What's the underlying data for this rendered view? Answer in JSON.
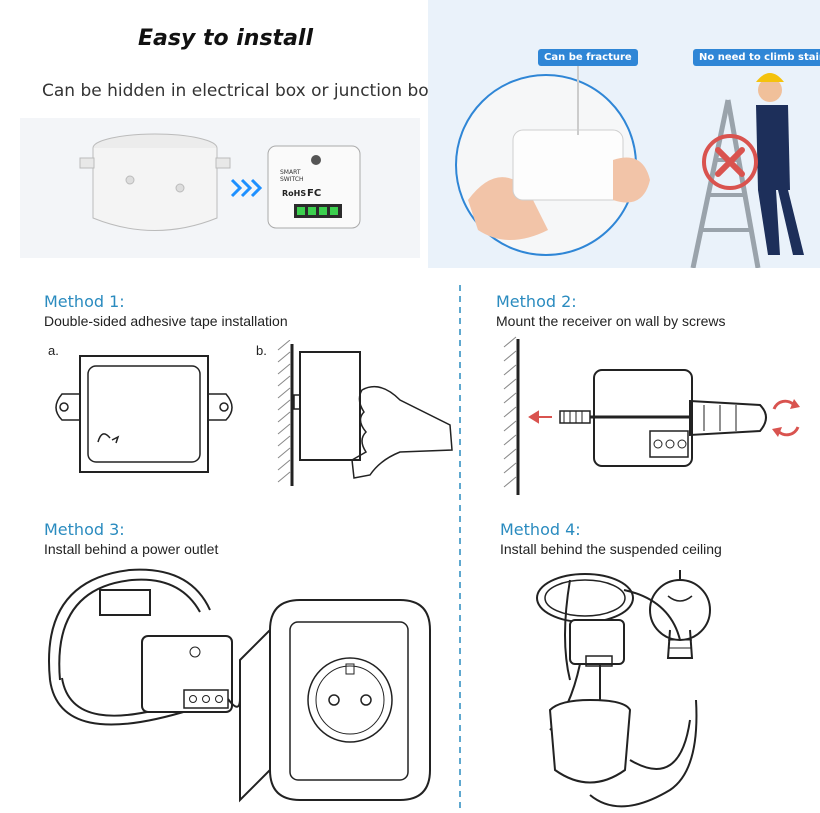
{
  "header": {
    "title": "Easy to install",
    "subtitle": "Can be hidden in electrical box or junction box"
  },
  "photo_tags": {
    "fracture": "Can be fracture",
    "stairs": "No need to climb stairs"
  },
  "device_label": {
    "line1": "SMART",
    "line2": "SWITCH",
    "rohs": "RoHS",
    "fc": "FC"
  },
  "methods": [
    {
      "heading": "Method 1:",
      "description": "Double-sided adhesive tape installation",
      "steps": [
        "a.",
        "b."
      ]
    },
    {
      "heading": "Method 2:",
      "description": "Mount the receiver on wall by screws"
    },
    {
      "heading": "Method 3:",
      "description": "Install behind a power outlet"
    },
    {
      "heading": "Method 4:",
      "description": "Install behind the suspended ceiling"
    }
  ],
  "colors": {
    "accent_blue": "#2a8bbf",
    "tag_blue": "#2f86d6",
    "warning_red": "#d9534f",
    "arrow_blue": "#1e90ff"
  }
}
